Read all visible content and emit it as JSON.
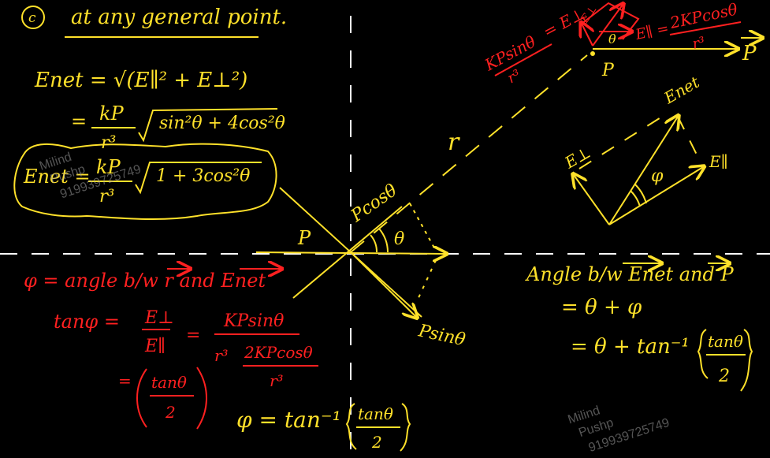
{
  "colors": {
    "yellow": "#ffe12a",
    "red": "#ff2020",
    "white": "#ffffff",
    "grey": "#9a9a9a",
    "background": "#000000"
  },
  "heading": {
    "circle_letter": "c",
    "text": "at any general point."
  },
  "enet_derivation": {
    "line1": "Enet = √(E∥² + E⊥²)",
    "line2_eq": "=",
    "line2_num": "kP",
    "line2_den": "r³",
    "line2_root": "sin²θ + 4cos²θ",
    "line3_lhs": "Enet =",
    "line3_num": "kP",
    "line3_den": "r³",
    "line3_root": "1 + 3cos²θ"
  },
  "dipole_figure": {
    "p_label": "P",
    "pcos_label": "Pcosθ",
    "psin_label": "Psinθ",
    "theta_label": "θ",
    "r_label": "r"
  },
  "field_components": {
    "kpsin_num": "KPsinθ",
    "kpsin_den": "r³",
    "kpsin_eq": "= E⊥",
    "epar_label": "E∥ =",
    "epar_num": "2KPcosθ",
    "epar_den": "r³",
    "p_vector": "P",
    "point_p": "P",
    "theta": "θ",
    "eperp_small": "E⊥"
  },
  "vector_triangle": {
    "enet": "Enet",
    "eperp": "E⊥",
    "epar": "E∥",
    "phi": "φ"
  },
  "phi_definition": {
    "line1": "φ = angle b/w r and Enet",
    "tan_lhs": "tanφ =",
    "frac1_num": "E⊥",
    "frac1_den": "E∥",
    "eq": "=",
    "frac2_num": "KPsinθ",
    "frac2_den_a": "r³",
    "frac2_den_b": "2KPcosθ",
    "frac2_den_c": "r³",
    "paren_eq": "=",
    "paren_num": "tanθ",
    "paren_den": "2"
  },
  "phi_result": {
    "lhs": "φ = tan⁻¹",
    "num": "tanθ",
    "den": "2"
  },
  "angle_answer": {
    "line1": "Angle b/w Enet and P",
    "line2": "= θ + φ",
    "line3": "= θ + tan⁻¹",
    "num": "tanθ",
    "den": "2"
  },
  "watermark": {
    "name1": "Milind",
    "name2": "Pushp",
    "phone": "919939725749"
  }
}
